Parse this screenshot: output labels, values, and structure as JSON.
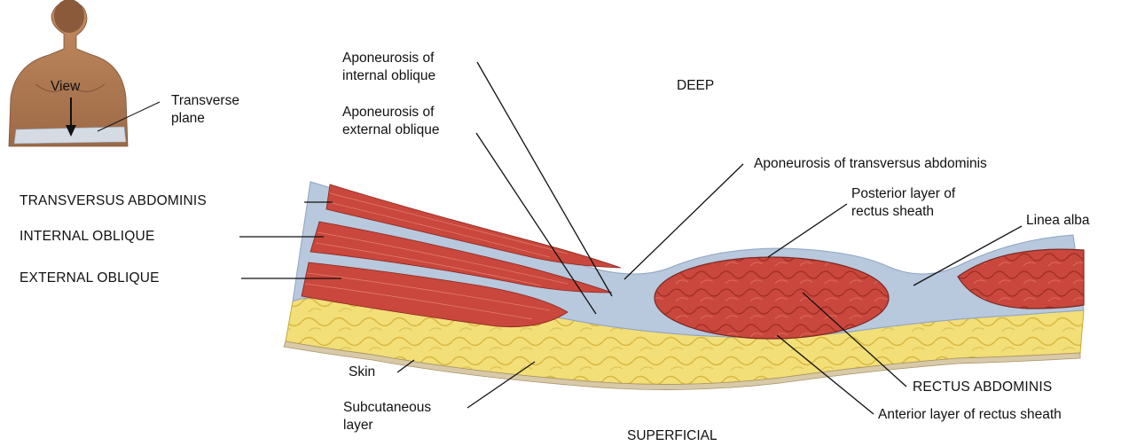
{
  "inset": {
    "view_label": "View",
    "plane_label_line1": "Transverse",
    "plane_label_line2": "plane"
  },
  "orientation": {
    "deep": "DEEP",
    "superficial": "SUPERFICIAL"
  },
  "labels": {
    "apo_internal_1": "Aponeurosis of",
    "apo_internal_2": "internal oblique",
    "apo_external_1": "Aponeurosis of",
    "apo_external_2": "external oblique",
    "apo_transversus": "Aponeurosis of transversus abdominis",
    "posterior_1": "Posterior layer of",
    "posterior_2": "rectus sheath",
    "linea_alba": "Linea alba",
    "transversus": "TRANSVERSUS ABDOMINIS",
    "internal_oblique": "INTERNAL OBLIQUE",
    "external_oblique": "EXTERNAL OBLIQUE",
    "skin": "Skin",
    "subcutaneous_1": "Subcutaneous",
    "subcutaneous_2": "layer",
    "rectus": "RECTUS ABDOMINIS",
    "anterior": "Anterior layer of rectus sheath"
  },
  "colors": {
    "muscle": "#c8443a",
    "muscle_dark": "#9e2a22",
    "fascia": "#aebfd6",
    "fat": "#f0dc70",
    "fat_dark": "#d8b83a",
    "skin_tone": "#b07a52"
  }
}
